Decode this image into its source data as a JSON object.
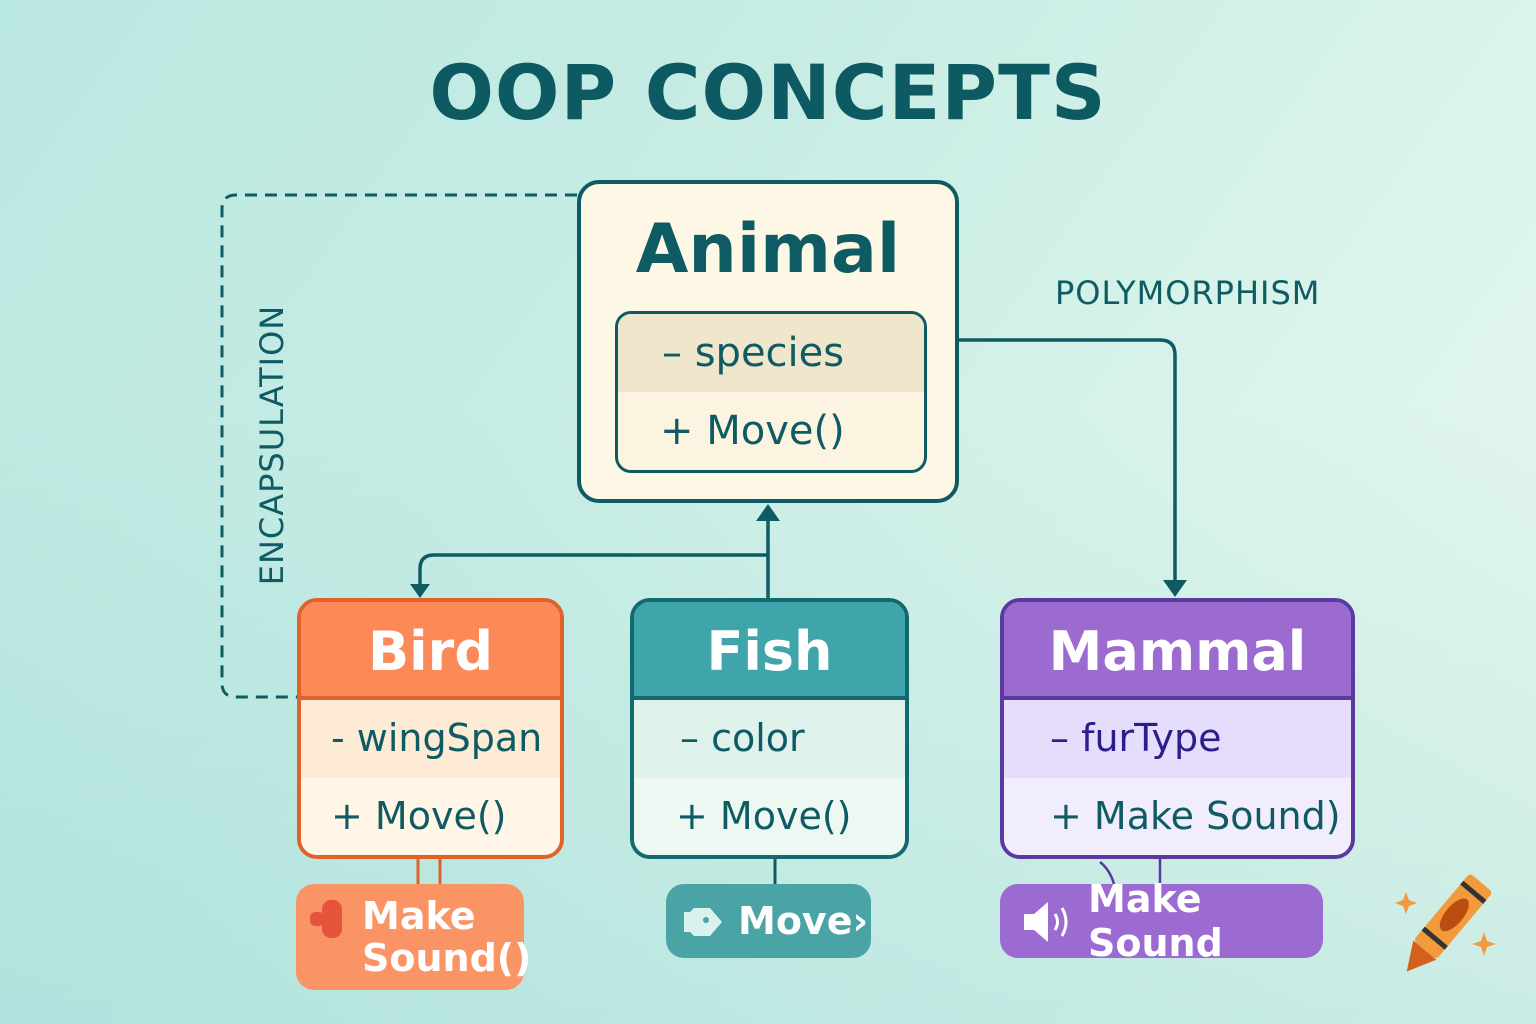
{
  "title": "OOP CONCEPTS",
  "labels": {
    "polymorphism": "POLYMORPHISM",
    "encapsulation": "ENCAPSULATION"
  },
  "animal": {
    "name": "Animal",
    "attribute": "– species",
    "method": "+ Move()"
  },
  "bird": {
    "name": "Bird",
    "attribute": "- wingSpan",
    "method": "+ Move()",
    "action": "Make Sound()",
    "action_line1": "Make",
    "action_line2": "Sound()",
    "color": "#fb8a58"
  },
  "fish": {
    "name": "Fish",
    "attribute": "– color",
    "method": "+ Move()",
    "action": "Move›",
    "color": "#3fa5aa"
  },
  "mammal": {
    "name": "Mammal",
    "attribute": "– furType",
    "method": "+ Make Sound)",
    "action": "Make Sound",
    "color": "#9b6bd0"
  },
  "colors": {
    "primary": "#0f5b63",
    "bird_border": "#e0622a",
    "fish_border": "#126a6e",
    "mammal_border": "#5b3aa0"
  },
  "icons": {
    "bird_action": "speaker-icon",
    "fish_action": "fish-icon",
    "mammal_action": "speaker-icon",
    "decoration": "crayon-icon"
  }
}
